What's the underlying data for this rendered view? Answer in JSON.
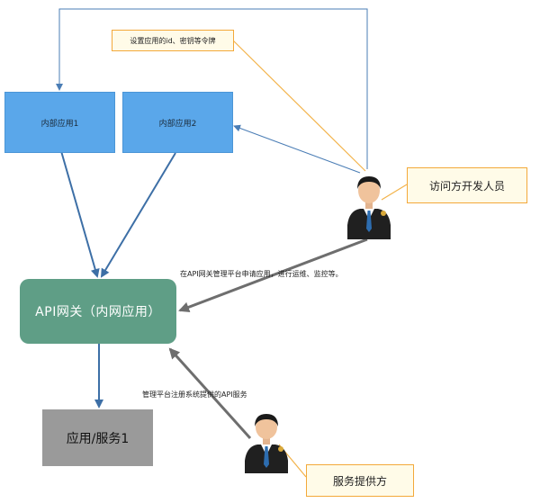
{
  "nodes": {
    "internal_app_1": "内部应用1",
    "internal_app_2": "内部应用2",
    "api_gateway": "API网关（内网应用）",
    "service_1": "应用/服务1"
  },
  "notes": {
    "set_credentials": "设置应用的id、密钥等令牌",
    "visitor_developer": "访问方开发人员",
    "service_provider": "服务提供方"
  },
  "edge_labels": {
    "developer_to_gateway": "在API网关管理平台申请应用，进行运维、监控等。",
    "provider_to_gateway": "管理平台注册系统提供的API服务"
  },
  "icons": {
    "developer": "person-icon",
    "provider": "person-icon"
  },
  "colors": {
    "blue_box": "#5aa7ea",
    "gateway": "#5f9e86",
    "service": "#9a9a9a",
    "note_border": "#f3a93a",
    "blue_arrow": "#3d6fa6",
    "gray_arrow": "#6e6e6e"
  }
}
